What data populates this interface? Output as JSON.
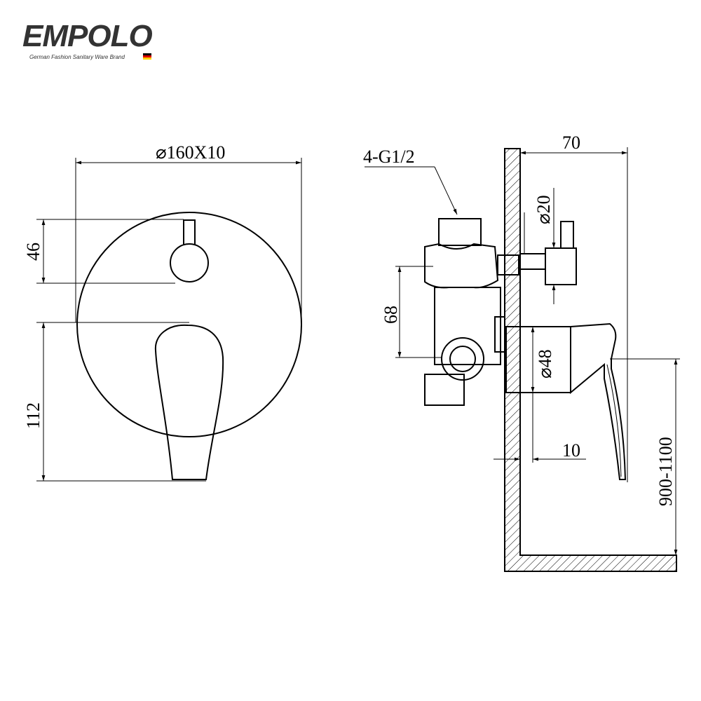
{
  "brand": {
    "name": "EMPOLO",
    "tagline": "German Fashion Sanitary Ware Brand",
    "flag_colors": [
      "#000000",
      "#dd0000",
      "#ffce00"
    ]
  },
  "dimensions": {
    "plate_diameter": "⌀160X10",
    "top_knob_offset": "46",
    "handle_height": "112",
    "connections": "4-G1/2",
    "body_height": "68",
    "depth": "70",
    "knob_diameter": "⌀20",
    "spout_diameter": "⌀48",
    "plate_gap": "10",
    "install_height": "900-1100"
  }
}
